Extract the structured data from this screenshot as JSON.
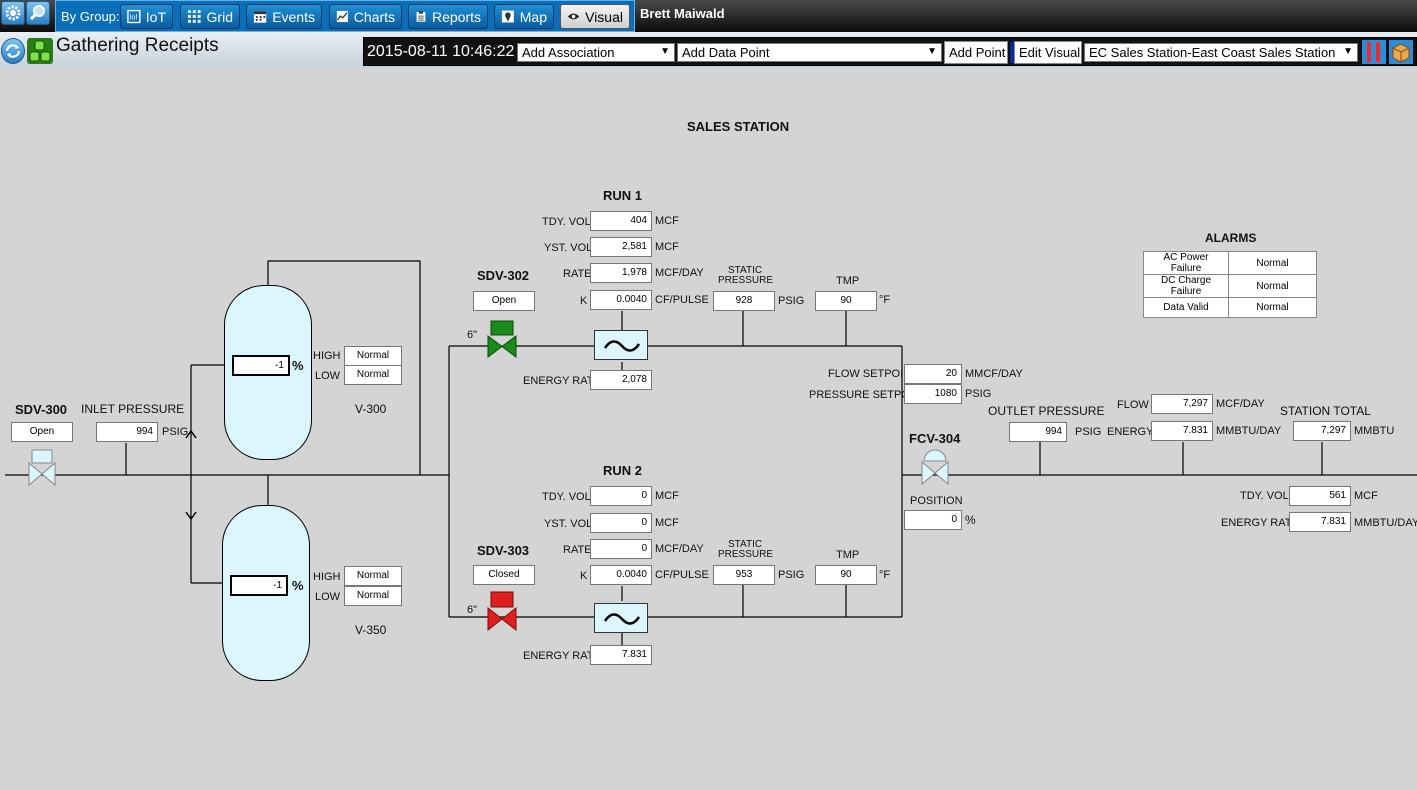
{
  "header": {
    "group_label": "By Group:",
    "nav": [
      {
        "label": "IoT"
      },
      {
        "label": "Grid"
      },
      {
        "label": "Events"
      },
      {
        "label": "Charts"
      },
      {
        "label": "Reports"
      },
      {
        "label": "Map"
      },
      {
        "label": "Visual"
      }
    ],
    "user": "Brett Maiwald"
  },
  "toolbar": {
    "page_title": "Gathering Receipts",
    "timestamp": "2015-08-11 10:46:22",
    "add_association": "Add Association",
    "add_data_point": "Add Data Point",
    "add_point": "Add Point",
    "edit_visual": "Edit Visual",
    "station_select": "EC Sales Station-East Coast Sales Station"
  },
  "diagram": {
    "title": "SALES STATION",
    "sdv300": {
      "name": "SDV-300",
      "status": "Open"
    },
    "inlet": {
      "label": "INLET PRESSURE",
      "value": "994",
      "unit": "PSIG"
    },
    "v300": {
      "name": "V-300",
      "level": "-1",
      "pct": "%",
      "high_label": "HIGH",
      "high": "Normal",
      "low_label": "LOW",
      "low": "Normal"
    },
    "v350": {
      "name": "V-350",
      "level": "-1",
      "pct": "%",
      "high_label": "HIGH",
      "high": "Normal",
      "low_label": "LOW",
      "low": "Normal"
    },
    "run1": {
      "title": "RUN 1",
      "sdv": {
        "name": "SDV-302",
        "status": "Open",
        "size": "6\""
      },
      "tdy_label": "TDY. VOL.",
      "tdy": "404",
      "tdy_unit": "MCF",
      "yst_label": "YST. VOL.",
      "yst": "2,581",
      "yst_unit": "MCF",
      "rate_label": "RATE",
      "rate": "1,978",
      "rate_unit": "MCF/DAY",
      "k_label": "K",
      "k": "0.0040",
      "k_unit": "CF/PULSE",
      "static_label1": "STATIC",
      "static_label2": "PRESSURE",
      "static": "928",
      "static_unit": "PSIG",
      "tmp_label": "TMP",
      "tmp": "90",
      "tmp_unit": "°F",
      "energy_label": "ENERGY RATE",
      "energy": "2,078"
    },
    "run2": {
      "title": "RUN 2",
      "sdv": {
        "name": "SDV-303",
        "status": "Closed",
        "size": "6\""
      },
      "tdy_label": "TDY. VOL.",
      "tdy": "0",
      "tdy_unit": "MCF",
      "yst_label": "YST. VOL.",
      "yst": "0",
      "yst_unit": "MCF",
      "rate_label": "RATE",
      "rate": "0",
      "rate_unit": "MCF/DAY",
      "k_label": "K",
      "k": "0.0040",
      "k_unit": "CF/PULSE",
      "static_label1": "STATIC",
      "static_label2": "PRESSURE",
      "static": "953",
      "static_unit": "PSIG",
      "tmp_label": "TMP",
      "tmp": "90",
      "tmp_unit": "°F",
      "energy_label": "ENERGY RATE",
      "energy": "7.831"
    },
    "setpoints": {
      "flow_label": "FLOW SETPOINT",
      "flow": "20",
      "flow_unit": "MMCF/DAY",
      "pressure_label": "PRESSURE SETPOINT",
      "pressure": "1080",
      "pressure_unit": "PSIG"
    },
    "fcv304": {
      "name": "FCV-304",
      "position_label": "POSITION",
      "position": "0",
      "position_unit": "%"
    },
    "outlet": {
      "label": "OUTLET PRESSURE",
      "value": "994",
      "unit": "PSIG"
    },
    "flow": {
      "label": "FLOW",
      "value": "7,297",
      "unit": "MCF/DAY"
    },
    "energy": {
      "label": "ENERGY",
      "value": "7.831",
      "unit": "MMBTU/DAY"
    },
    "station_total": {
      "label": "STATION TOTAL",
      "value": "7,297",
      "unit": "MMBTU"
    },
    "tdy": {
      "label": "TDY. VOL.",
      "value": "561",
      "unit": "MCF"
    },
    "energy_rate": {
      "label": "ENERGY RATE",
      "value": "7.831",
      "unit": "MMBTU/DAY"
    },
    "alarms": {
      "title": "ALARMS",
      "rows": [
        {
          "name": "AC Power Failure",
          "status": "Normal"
        },
        {
          "name": "DC Charge Failure",
          "status": "Normal"
        },
        {
          "name": "Data Valid",
          "status": "Normal"
        }
      ]
    }
  },
  "colors": {
    "open_valve": "#1a8a1a",
    "closed_valve": "#e02020",
    "tank_fill": "#dcf6fd",
    "nav_blue": "#0a6fb8"
  }
}
